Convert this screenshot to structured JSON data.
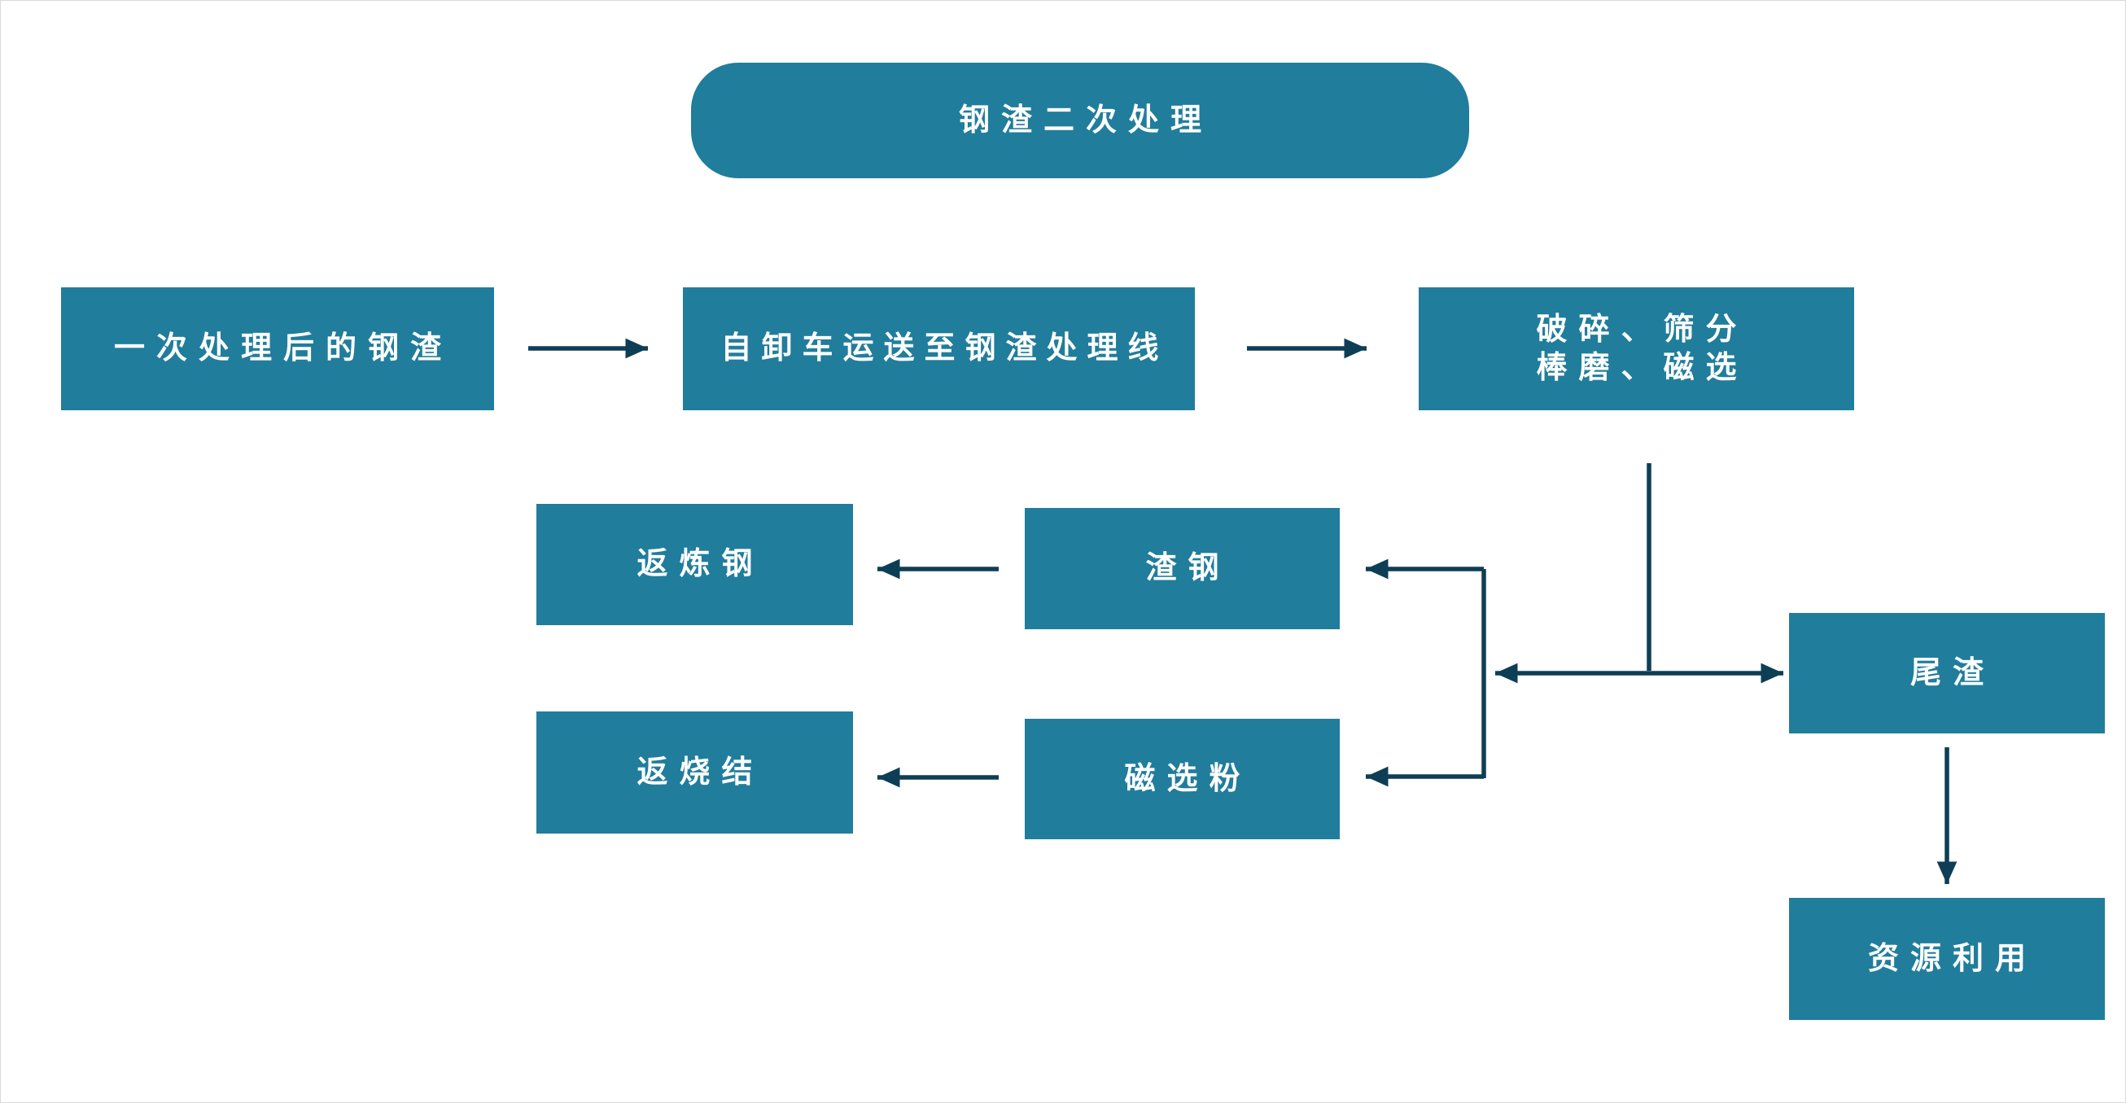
{
  "colors": {
    "background": "#ffffff",
    "node_fill": "#207d9c",
    "node_text": "#ffffff",
    "connector": "#0e3e55",
    "canvas_border": "#d9d9d9"
  },
  "nodes": {
    "title": {
      "label": "钢渣二次处理"
    },
    "primary_slag": {
      "label": "一次处理后的钢渣"
    },
    "transport": {
      "label": "自卸车运送至钢渣处理线"
    },
    "processing": {
      "line1": "破碎、筛分",
      "line2": "棒磨、磁选"
    },
    "return_steelmaking": {
      "label": "返炼钢"
    },
    "slag_steel": {
      "label": "渣钢"
    },
    "return_sintering": {
      "label": "返烧结"
    },
    "magnetic_powder": {
      "label": "磁选粉"
    },
    "tailings": {
      "label": "尾渣"
    },
    "resource_utilization": {
      "label": "资源利用"
    }
  },
  "edges": [
    {
      "from": "一次处理后的钢渣",
      "to": "自卸车运送至钢渣处理线"
    },
    {
      "from": "自卸车运送至钢渣处理线",
      "to": "破碎、筛分 棒磨、磁选"
    },
    {
      "from": "破碎、筛分 棒磨、磁选",
      "to": "渣钢"
    },
    {
      "from": "破碎、筛分 棒磨、磁选",
      "to": "磁选粉"
    },
    {
      "from": "破碎、筛分 棒磨、磁选",
      "to": "尾渣"
    },
    {
      "from": "渣钢",
      "to": "返炼钢"
    },
    {
      "from": "磁选粉",
      "to": "返烧结"
    },
    {
      "from": "尾渣",
      "to": "资源利用"
    }
  ]
}
